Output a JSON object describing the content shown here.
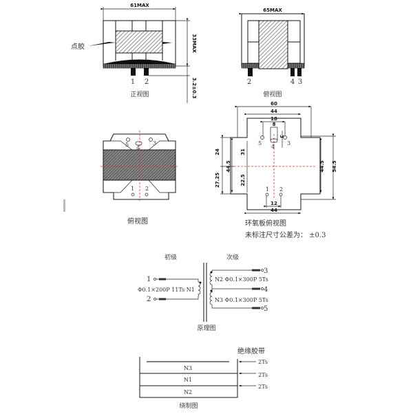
{
  "front_view": {
    "width_dim": "61MAX",
    "height_dim": "33MAX",
    "pin_dim": "3.2±0.3",
    "glue_label": "点胶",
    "pins": [
      "1",
      "2"
    ],
    "caption": "正视图"
  },
  "side_view": {
    "width_dim": "65MAX",
    "pins": [
      "2",
      "4",
      "3"
    ],
    "caption": "俯视图"
  },
  "top_view": {
    "pins": [
      "5",
      "4",
      "3",
      "1",
      "2"
    ],
    "caption": "俯视图"
  },
  "board_view": {
    "dims": {
      "d60": "60",
      "d44_top": "44",
      "d18": "18",
      "d8": "8",
      "d3": "3",
      "d31": "31",
      "d24": "24",
      "d44_5_left": "44.5",
      "d27_25": "27.25",
      "d22_5": "22.5",
      "d44_5_right": "44.5",
      "d54_5": "54.5",
      "d12": "12",
      "d44_bottom": "44"
    },
    "pins": [
      "5",
      "4",
      "3",
      "1",
      "2"
    ],
    "caption": "环氧板俯视图",
    "tolerance_note": "未标注尺寸公差为：  ±0.3"
  },
  "schematic": {
    "primary_label": "初级",
    "secondary_label": "次级",
    "primary_pins": [
      "1",
      "2"
    ],
    "primary_spec": "Φ0.1×200P   11Ts  N1",
    "secondary_pins": [
      "3",
      "4",
      "5"
    ],
    "n2_spec": "N2  Φ0.1×300P  5Ts",
    "n3_spec": "N3  Φ0.1×300P  5Ts",
    "caption": "原理图"
  },
  "winding": {
    "tape_label": "绝缘胶带",
    "layers": [
      "N3",
      "N1",
      "N2"
    ],
    "tape_turns": [
      "2Ts",
      "2Ts",
      "2Ts"
    ],
    "caption": "绕制图"
  }
}
